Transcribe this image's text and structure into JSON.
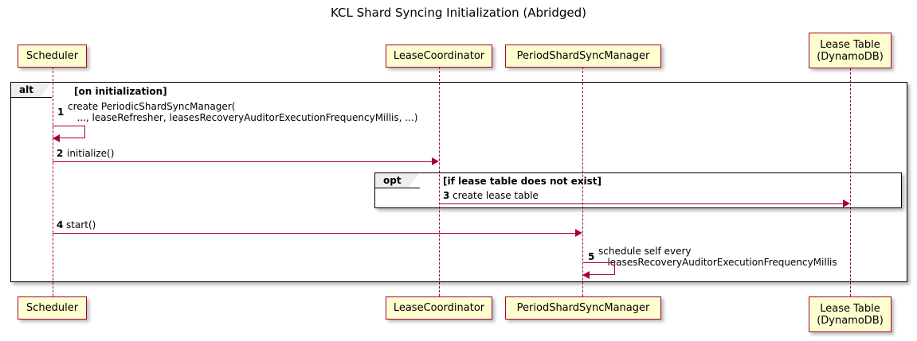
{
  "diagram": {
    "title": "KCL Shard Syncing Initialization (Abridged)",
    "type": "uml-sequence-diagram",
    "colors": {
      "participant_fill": "#FEFECE",
      "participant_border": "#A80036",
      "message_line": "#A80036",
      "frame_border": "#000000",
      "frame_label_fill": "#EEEEEE",
      "background": "#FFFFFF"
    }
  },
  "participants": [
    {
      "id": "scheduler",
      "label": "Scheduler"
    },
    {
      "id": "leasecoord",
      "label": "LeaseCoordinator"
    },
    {
      "id": "psyncmgr",
      "label": "PeriodShardSyncManager"
    },
    {
      "id": "leasetable",
      "label": "Lease Table\n(DynamoDB)"
    }
  ],
  "frames": [
    {
      "id": "alt-frame",
      "operator": "alt",
      "condition": "[on initialization]"
    },
    {
      "id": "opt-frame",
      "operator": "opt",
      "condition": "[if lease table does not exist]"
    }
  ],
  "messages": [
    {
      "number": "1",
      "from": "scheduler",
      "to": "scheduler",
      "self": true,
      "label": "create PeriodicShardSyncManager(\n   ..., leaseRefresher, leasesRecoveryAuditorExecutionFrequencyMillis, ...)"
    },
    {
      "number": "2",
      "from": "scheduler",
      "to": "leasecoord",
      "self": false,
      "label": "initialize()"
    },
    {
      "number": "3",
      "from": "leasecoord",
      "to": "leasetable",
      "self": false,
      "label": "create lease table"
    },
    {
      "number": "4",
      "from": "scheduler",
      "to": "psyncmgr",
      "self": false,
      "label": "start()"
    },
    {
      "number": "5",
      "from": "psyncmgr",
      "to": "psyncmgr",
      "self": true,
      "label": "schedule self every\n   leasesRecoveryAuditorExecutionFrequencyMillis"
    }
  ]
}
